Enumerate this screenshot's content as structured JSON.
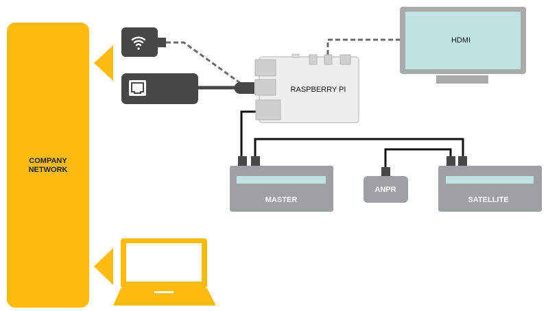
{
  "labels": {
    "company_network_line1": "COMPANY",
    "company_network_line2": "NETWORK",
    "raspberry_pi": "RASPBERRY PI",
    "hdmi": "HDMI",
    "master": "MASTER",
    "anpr": "ANPR",
    "satellite": "SATELLITE"
  },
  "colors": {
    "network_yellow": "#FDBB0F",
    "device_gray": "#9EA1A2",
    "dongle_dark": "#474747",
    "screen_cyan": "#BFE3E3",
    "board_light": "#EEEEEE"
  },
  "icons": [
    "wifi-icon",
    "ethernet-icon",
    "laptop-icon",
    "monitor-icon"
  ]
}
